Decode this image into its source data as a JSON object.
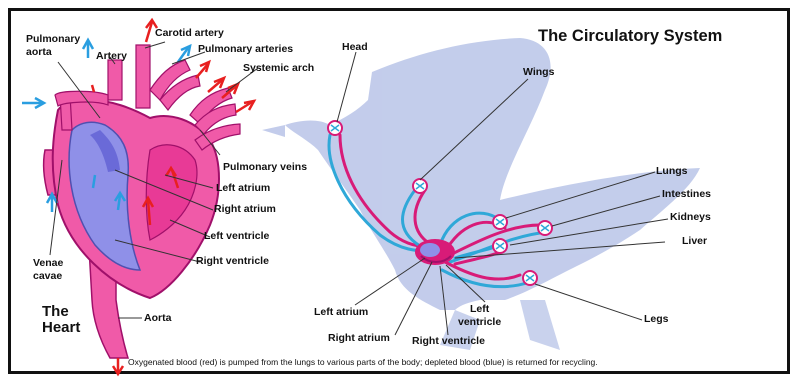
{
  "title": "The Circulatory System",
  "heart_title": "The\nHeart",
  "caption": "Oxygenated blood (red) is pumped from the lungs to various parts of the body; depleted blood (blue) is returned for recycling.",
  "heart_labels": {
    "pulmonary_aorta": "Pulmonary\naorta",
    "artery": "Artery",
    "carotid_artery": "Carotid artery",
    "pulmonary_arteries": "Pulmonary arteries",
    "systemic_arch": "Systemic arch",
    "pulmonary_veins": "Pulmonary veins",
    "left_atrium": "Left atrium",
    "right_atrium": "Right atrium",
    "left_ventricle": "Left ventricle",
    "right_ventricle": "Right ventricle",
    "venae_cavae": "Venae\ncavae",
    "aorta": "Aorta"
  },
  "bird_labels": {
    "head": "Head",
    "wings": "Wings",
    "lungs": "Lungs",
    "intestines": "Intestines",
    "kidneys": "Kidneys",
    "liver": "Liver",
    "legs": "Legs",
    "left_atrium": "Left atrium",
    "right_atrium": "Right atrium",
    "right_ventricle": "Right ventricle",
    "left_ventricle": "Left\nventricle"
  },
  "colors": {
    "oxygenated": "#d81b78",
    "depleted": "#2fa8d8",
    "heart_pink": "#f05aa8",
    "heart_dark": "#a0106a",
    "chamber_blue": "#8f90e8",
    "bird_silhouette": "#b9c4e8",
    "arrow_red": "#e82020",
    "arrow_blue": "#2a9ee0"
  }
}
